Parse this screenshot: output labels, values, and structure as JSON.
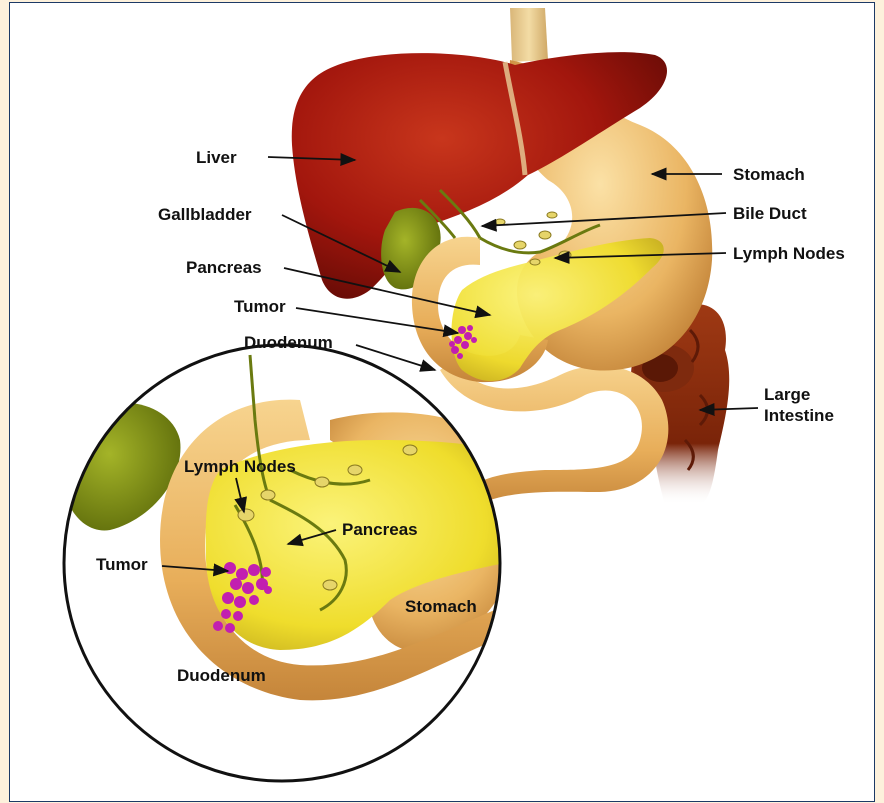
{
  "labels": {
    "liver": "Liver",
    "gallbladder": "Gallbladder",
    "pancreas": "Pancreas",
    "tumor": "Tumor",
    "duodenum": "Duodenum",
    "stomach": "Stomach",
    "bile_duct": "Bile Duct",
    "lymph_nodes": "Lymph Nodes",
    "large_intestine_line1": "Large",
    "large_intestine_line2": "Intestine"
  },
  "inset_labels": {
    "lymph_nodes": "Lymph Nodes",
    "pancreas": "Pancreas",
    "tumor": "Tumor",
    "stomach": "Stomach",
    "duodenum": "Duodenum"
  },
  "colors": {
    "liver": "#a8170f",
    "stomach": "#e9b15c",
    "pancreas": "#f3e43a",
    "tumor": "#c21fb0",
    "gallbladder": "#7a8a12",
    "intestine": "#8a2a0c",
    "esophagus": "#e7c98c",
    "frame": "#1c3a66",
    "page_background": "#fdf1dc"
  }
}
